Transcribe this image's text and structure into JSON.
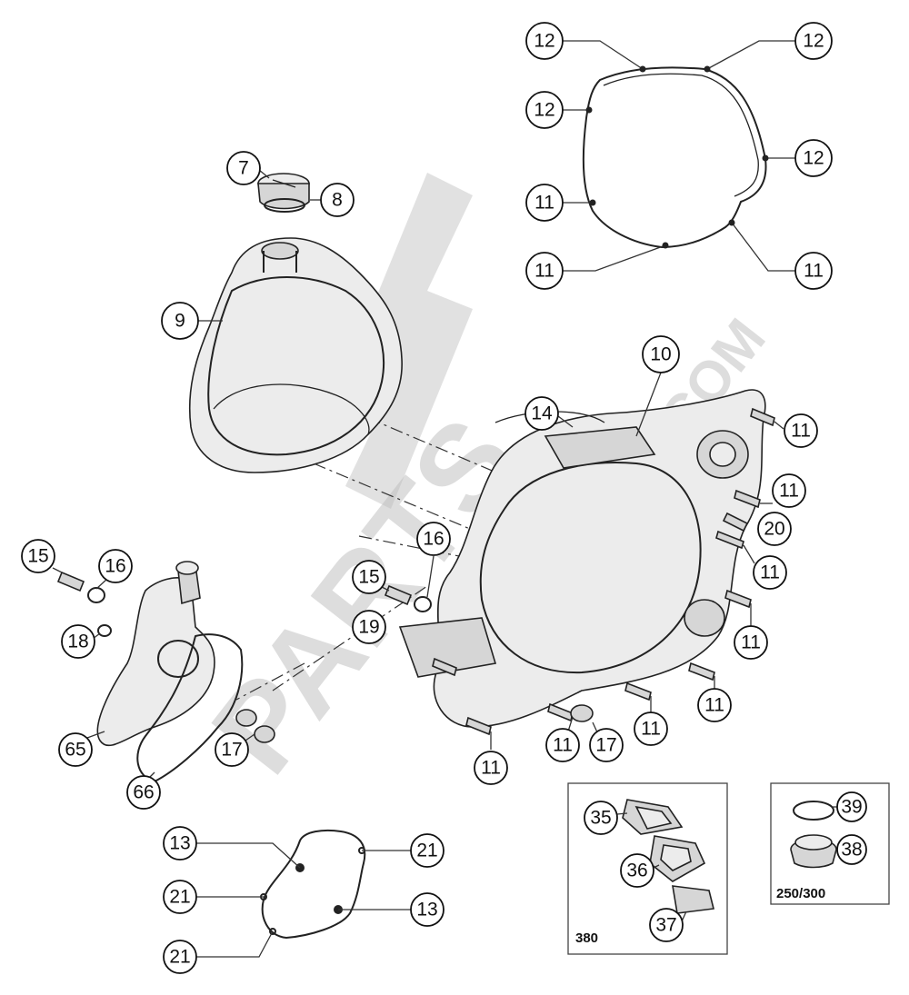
{
  "callouts": [
    {
      "id": "c12a",
      "text": "12"
    },
    {
      "id": "c12b",
      "text": "12"
    },
    {
      "id": "c12c",
      "text": "12"
    },
    {
      "id": "c12d",
      "text": "12"
    },
    {
      "id": "c11a",
      "text": "11"
    },
    {
      "id": "c11b",
      "text": "11"
    },
    {
      "id": "c11c",
      "text": "11"
    },
    {
      "id": "c7",
      "text": "7"
    },
    {
      "id": "c8",
      "text": "8"
    },
    {
      "id": "c9",
      "text": "9"
    },
    {
      "id": "c10",
      "text": "10"
    },
    {
      "id": "c14",
      "text": "14"
    },
    {
      "id": "c11d",
      "text": "11"
    },
    {
      "id": "c11e",
      "text": "11"
    },
    {
      "id": "c20",
      "text": "20"
    },
    {
      "id": "c11f",
      "text": "11"
    },
    {
      "id": "c11g",
      "text": "11"
    },
    {
      "id": "c11h",
      "text": "11"
    },
    {
      "id": "c11i",
      "text": "11"
    },
    {
      "id": "c11j",
      "text": "11"
    },
    {
      "id": "c11k",
      "text": "11"
    },
    {
      "id": "c17a",
      "text": "17"
    },
    {
      "id": "c15a",
      "text": "15"
    },
    {
      "id": "c16a",
      "text": "16"
    },
    {
      "id": "c16b",
      "text": "16"
    },
    {
      "id": "c15b",
      "text": "15"
    },
    {
      "id": "c19",
      "text": "19"
    },
    {
      "id": "c18",
      "text": "18"
    },
    {
      "id": "c65",
      "text": "65"
    },
    {
      "id": "c17b",
      "text": "17"
    },
    {
      "id": "c66",
      "text": "66"
    },
    {
      "id": "c13a",
      "text": "13"
    },
    {
      "id": "c21a",
      "text": "21"
    },
    {
      "id": "c21b",
      "text": "21"
    },
    {
      "id": "c13b",
      "text": "13"
    },
    {
      "id": "c21c",
      "text": "21"
    },
    {
      "id": "c35",
      "text": "35"
    },
    {
      "id": "c36",
      "text": "36"
    },
    {
      "id": "c37",
      "text": "37"
    },
    {
      "id": "c39",
      "text": "39"
    },
    {
      "id": "c38",
      "text": "38"
    }
  ],
  "boxes": {
    "box_380_label": "380",
    "box_250_label": "250/300"
  },
  "watermark": {
    "text_main": "PARTS",
    "text_suffix": ".COM"
  }
}
